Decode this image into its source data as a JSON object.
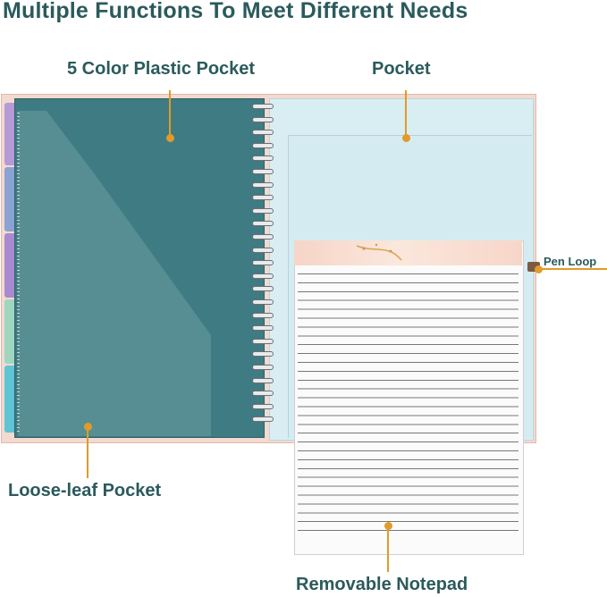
{
  "title": "Multiple Functions To Meet Different Needs",
  "labels": {
    "color_pocket": "5 Color Plastic Pocket",
    "pocket": "Pocket",
    "pen_loop": "Pen Loop",
    "loose_leaf": "Loose-leaf Pocket",
    "notepad": "Removable Notepad"
  },
  "colors": {
    "accent": "#e29a28",
    "text": "#2b5a5c",
    "plastic_pocket": "#3e7b82",
    "tabs": [
      "#b59ad6",
      "#8aa2d4",
      "#a98ad1",
      "#9fd6c0",
      "#5fc4d4"
    ]
  }
}
